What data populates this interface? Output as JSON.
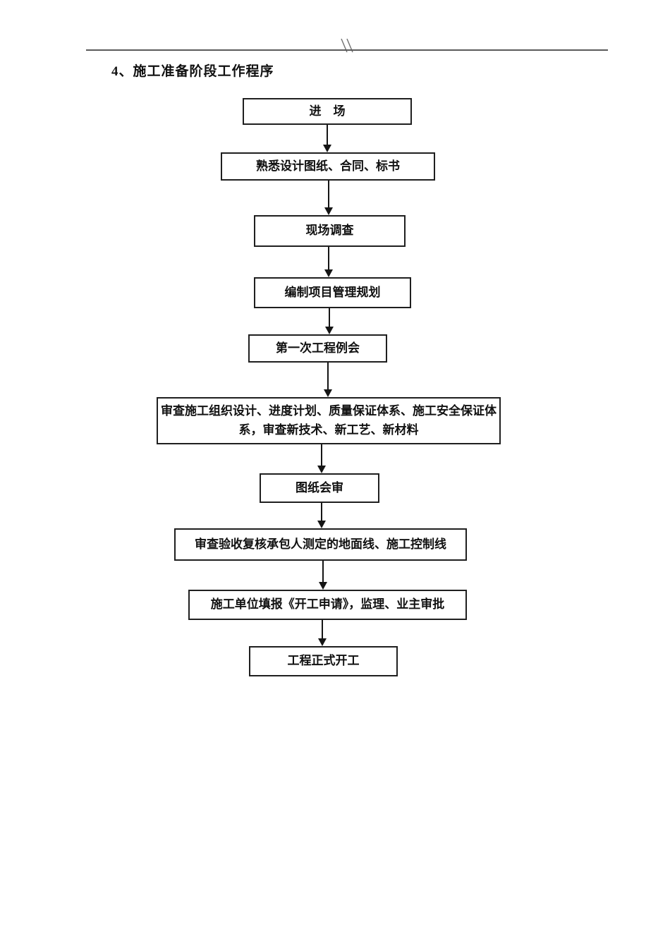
{
  "document": {
    "section_title": "4、施工准备阶段工作程序",
    "header_mark_icon": "double-backslash-mark"
  },
  "colors": {
    "page_background": "#ffffff",
    "ink": "#111111",
    "box_border": "#1f1f1f",
    "header_rule": "#5a5a5a",
    "header_mark": "#6f6f6f"
  },
  "flowchart": {
    "direction": "top-down",
    "connector": "solid-arrow-down",
    "steps": [
      {
        "id": "enter-site",
        "label": "进　场"
      },
      {
        "id": "review-documents",
        "label": "熟悉设计图纸、合同、标书"
      },
      {
        "id": "site-survey",
        "label": "现场调查"
      },
      {
        "id": "project-management-plan",
        "label": "编制项目管理规划"
      },
      {
        "id": "first-project-meeting",
        "label": "第一次工程例会"
      },
      {
        "id": "review-construction-systems",
        "label": "审查施工组织设计、进度计划、质量保证体系、施工安全保证体\n系，审查新技术、新工艺、新材料"
      },
      {
        "id": "drawing-joint-review",
        "label": "图纸会审"
      },
      {
        "id": "verify-ground-control-lines",
        "label": "审查验收复核承包人测定的地面线、施工控制线"
      },
      {
        "id": "start-work-application",
        "label": "施工单位填报《开工申请》，监理、业主审批"
      },
      {
        "id": "formal-commencement",
        "label": "工程正式开工"
      }
    ]
  }
}
